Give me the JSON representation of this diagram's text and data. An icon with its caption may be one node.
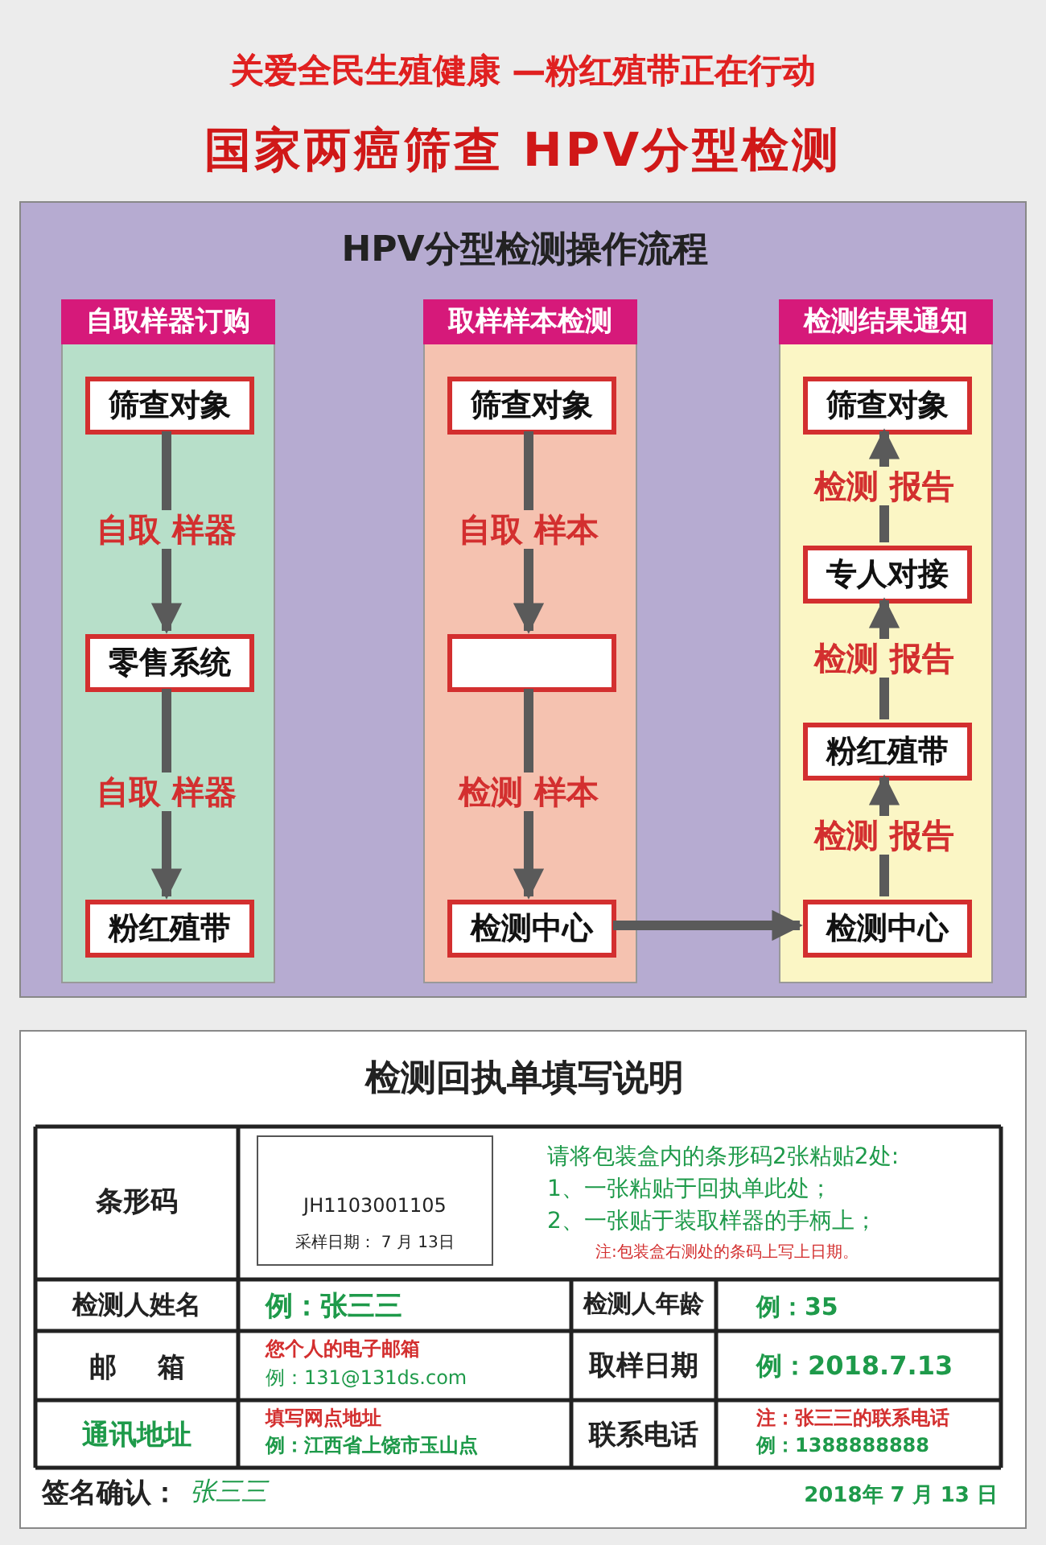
{
  "diagram": {
    "title": "关爱全民生殖健康 —粉红殖带正在行动",
    "nodes": [
      {
        "text": [
          "HPV分型检测操作流程"
        ]
      },
      {
        "text": [
          "自取样器订购"
        ],
        "in": 0
      },
      {
        "text": [
          "筛查对象"
        ],
        "in": 1
      },
      {
        "text": [
          "零售系统"
        ],
        "in": 1
      },
      {
        "text": [
          "粉红殖带"
        ],
        "in": 1
      },
      {
        "text": [
          "取样样本检测"
        ],
        "in": 0
      },
      {
        "text": [
          "筛查对象"
        ],
        "in": 5
      },
      {
        "text": [],
        "shape": "box",
        "in": 5
      },
      {
        "text": [
          "检测中心"
        ],
        "in": 5
      },
      {
        "text": [
          "检测结果通知"
        ],
        "in": 0
      },
      {
        "text": [
          "筛查对象"
        ],
        "in": 9
      },
      {
        "text": [
          "专人对接"
        ],
        "in": 9
      },
      {
        "text": [
          "粉红殖带"
        ],
        "in": 9
      },
      {
        "text": [
          "检测中心"
        ],
        "in": 9
      },
      {
        "text": [
          "检测回执单填写说明"
        ]
      }
    ],
    "edges": [
      {
        "from": 2,
        "to": 3,
        "arrow": "to",
        "label": "自取 样器"
      },
      {
        "from": 3,
        "to": 4,
        "arrow": "to",
        "label": "自取 样器"
      },
      {
        "from": 6,
        "to": 7,
        "arrow": "to",
        "label": "自取 样本"
      },
      {
        "from": 7,
        "to": 8,
        "arrow": "to",
        "label": "检测 样本"
      },
      {
        "from": 8,
        "to": 13,
        "arrow": "to"
      },
      {
        "from": 13,
        "to": 12,
        "arrow": "to",
        "label": "检测 报告"
      },
      {
        "from": 12,
        "to": 11,
        "arrow": "to",
        "label": "检测 报告"
      },
      {
        "from": 11,
        "to": 10,
        "arrow": "to",
        "label": "检测 报告"
      }
    ],
    "labels": [
      "国家两癌筛查 HPV分型检测",
      "条形码",
      "JH1103001105",
      "采样日期： 7 月 13日",
      "请将包装盒内的条形码2张粘贴2处:",
      "1、一张粘贴于回执单此处；",
      "2、一张贴于装取样器的手柄上；",
      "注:包装盒右测处的条码上写上日期。",
      "检测人姓名",
      "例：张三三",
      "检测人年龄",
      "例：35",
      "邮箱",
      "您个人的电子邮箱",
      "例：131@131ds.com",
      "取样日期",
      "例：2018.7.13",
      "通讯地址",
      "填写网点地址",
      "例：江西省上饶市玉山点",
      "联系电话",
      "注：张三三的联系电话",
      "例：1388888888",
      "签名确认：",
      "张三三",
      "2018年 7 月 13 日"
    ]
  }
}
